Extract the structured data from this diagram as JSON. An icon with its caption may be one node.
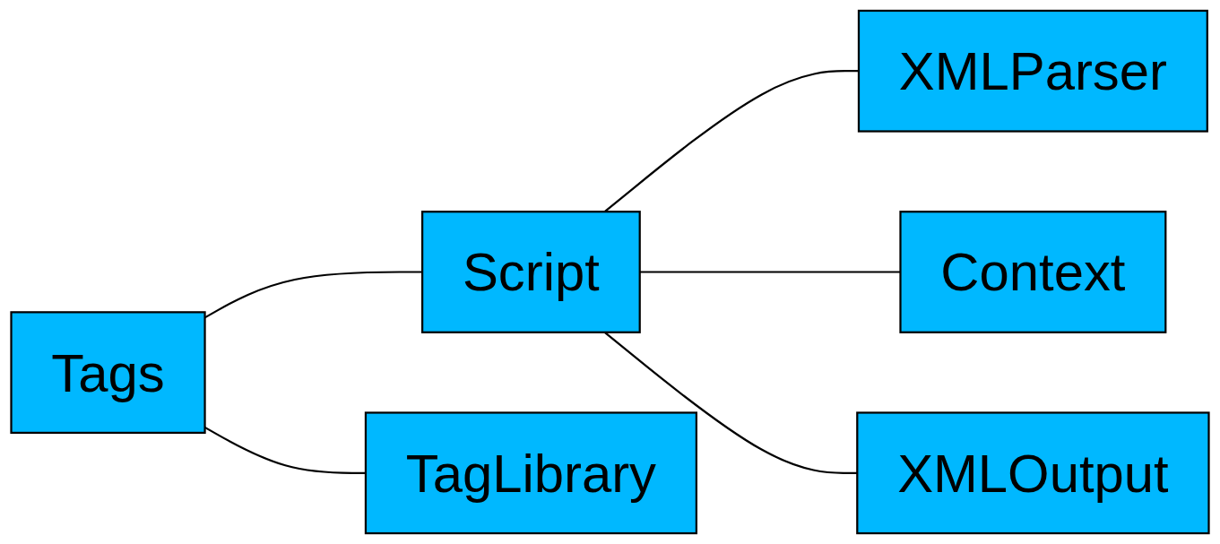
{
  "diagram": {
    "nodes": [
      {
        "text": [
          "XMLParser"
        ]
      },
      {
        "text": [
          "Context"
        ]
      },
      {
        "text": [
          "Tags"
        ]
      },
      {
        "text": [
          "Script"
        ]
      },
      {
        "text": [
          "XMLOutput"
        ]
      },
      {
        "text": [
          "TagLibrary"
        ]
      }
    ],
    "edges": [
      {
        "from": 3,
        "to": 0,
        "arrow": "none"
      },
      {
        "from": 2,
        "to": 3,
        "arrow": "none"
      },
      {
        "from": 3,
        "to": 1,
        "arrow": "none"
      },
      {
        "from": 3,
        "to": 4,
        "arrow": "none"
      },
      {
        "from": 2,
        "to": 5,
        "arrow": "none"
      }
    ]
  }
}
